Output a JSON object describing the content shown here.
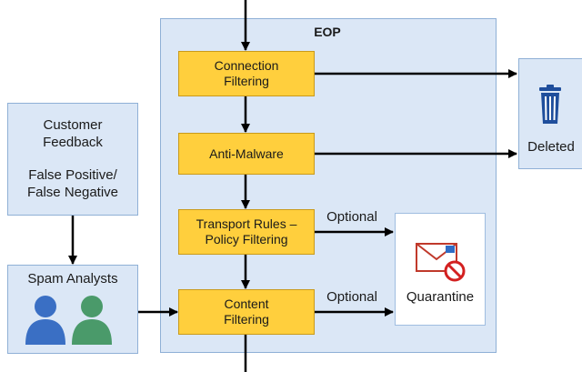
{
  "eop": {
    "title": "EOP"
  },
  "filters": {
    "connection": "Connection\nFiltering",
    "anti_malware": "Anti-Malware",
    "transport": "Transport Rules –\nPolicy Filtering",
    "content": "Content\nFiltering"
  },
  "feedback": {
    "title": "Customer\nFeedback",
    "detail": "False Positive/\nFalse Negative"
  },
  "analysts": {
    "title": "Spam Analysts"
  },
  "edges": {
    "optional_1": "Optional",
    "optional_2": "Optional"
  },
  "quarantine": {
    "label": "Quarantine"
  },
  "deleted": {
    "label": "Deleted"
  },
  "icons": [
    "trash-icon",
    "blocked-mail-icon",
    "user-icon"
  ],
  "colors": {
    "filter_fill": "#ffcf3d",
    "panel_fill": "#dbe7f6",
    "arrow": "#000000",
    "person_blue": "#3a6fc4",
    "person_green": "#4a9a6a"
  }
}
